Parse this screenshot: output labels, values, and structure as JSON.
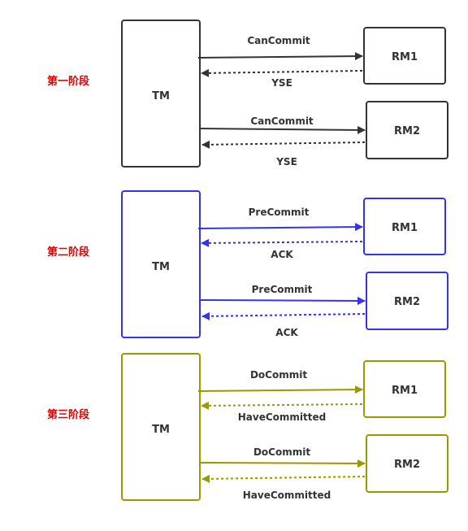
{
  "phases": [
    {
      "label": "第一阶段",
      "color": "#333333",
      "label_color": "#e00000",
      "tm": "TM",
      "rm1": "RM1",
      "rm2": "RM2",
      "request": "CanCommit",
      "reply": "YSE"
    },
    {
      "label": "第二阶段",
      "color": "#3333ee",
      "label_color": "#e00000",
      "tm": "TM",
      "rm1": "RM1",
      "rm2": "RM2",
      "request": "PreCommit",
      "reply": "ACK"
    },
    {
      "label": "第三阶段",
      "color": "#999900",
      "label_color": "#e00000",
      "tm": "TM",
      "rm1": "RM1",
      "rm2": "RM2",
      "request": "DoCommit",
      "reply": "HaveCommitted"
    }
  ]
}
